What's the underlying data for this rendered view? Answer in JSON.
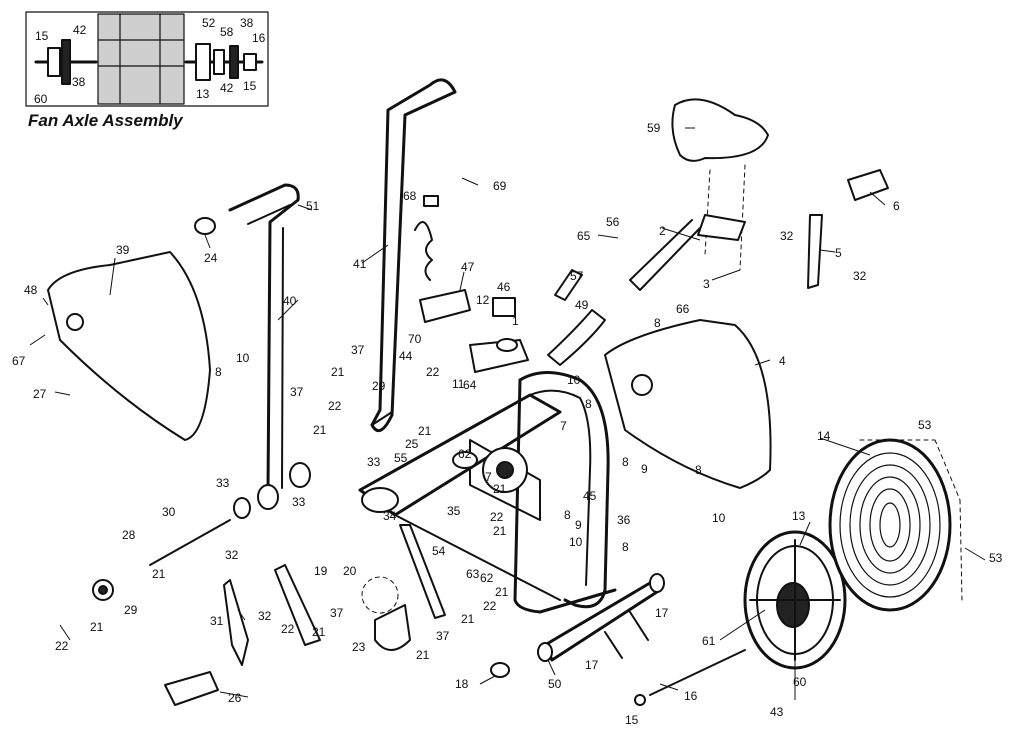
{
  "inset": {
    "title": "Fan Axle Assembly"
  },
  "callouts": {
    "c1": "1",
    "c2": "2",
    "c3": "3",
    "c4": "4",
    "c5": "5",
    "c6": "6",
    "c7": "7",
    "c8": "8",
    "c9": "9",
    "c10": "10",
    "c11": "11",
    "c12": "12",
    "c13": "13",
    "c14": "14",
    "c15": "15",
    "c16": "16",
    "c17": "17",
    "c18": "18",
    "c19": "19",
    "c20": "20",
    "c21": "21",
    "c22": "22",
    "c23": "23",
    "c24": "24",
    "c25": "25",
    "c26": "26",
    "c27": "27",
    "c28": "28",
    "c29": "29",
    "c30": "30",
    "c31": "31",
    "c32": "32",
    "c33": "33",
    "c34": "34",
    "c35": "35",
    "c36": "36",
    "c37": "37",
    "c38": "38",
    "c39": "39",
    "c40": "40",
    "c41": "41",
    "c42": "42",
    "c43": "43",
    "c44": "44",
    "c45": "45",
    "c46": "46",
    "c47": "47",
    "c48": "48",
    "c49": "49",
    "c50": "50",
    "c51": "51",
    "c52": "52",
    "c53": "53",
    "c54": "54",
    "c55": "55",
    "c56": "56",
    "c57": "57",
    "c58": "58",
    "c59": "59",
    "c60": "60",
    "c61": "61",
    "c62": "62",
    "c63": "63",
    "c64": "64",
    "c65": "65",
    "c66": "66",
    "c67": "67",
    "c68": "68",
    "c69": "69",
    "c70": "70"
  }
}
